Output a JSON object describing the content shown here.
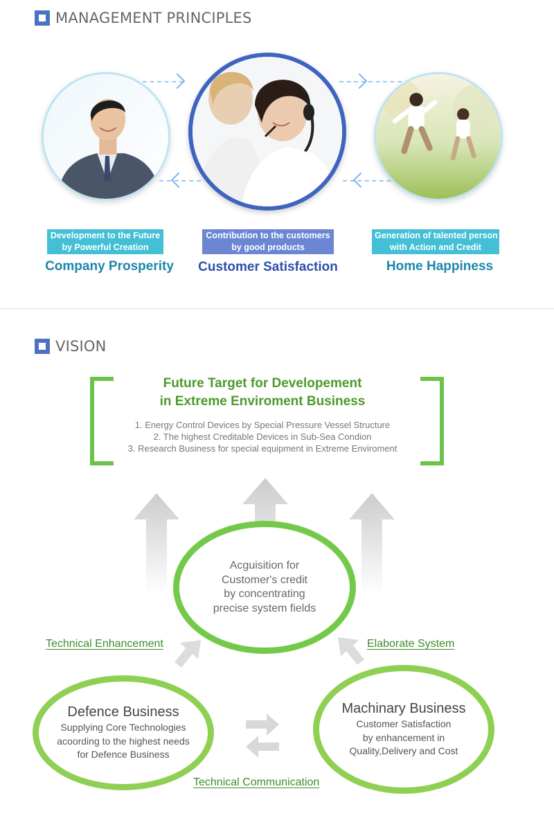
{
  "management": {
    "title": "MANAGEMENT PRINCIPLES",
    "items": [
      {
        "pill_lines": [
          "Development to the Future",
          "by Powerful Creation"
        ],
        "caption": "Company Prosperity",
        "photo_icon": "businessman-photo"
      },
      {
        "pill_lines": [
          "Contribution to the customers",
          "by good products"
        ],
        "caption": "Customer Satisfaction",
        "photo_icon": "call-center-photo"
      },
      {
        "pill_lines": [
          "Generation of talented person",
          "with Action and Credit"
        ],
        "caption": "Home Happiness",
        "photo_icon": "children-running-photo"
      }
    ],
    "colors": {
      "cyan": "#43bfd6",
      "blue": "#6b86d3",
      "ring_blue": "#3f64c0"
    }
  },
  "vision": {
    "title": "VISION",
    "target_title_lines": [
      "Future Target for Developement",
      "in Extreme Enviroment Business"
    ],
    "target_items": [
      "1. Energy Control Devices by Special Pressure Vessel Structure",
      "2. The highest Creditable Devices in Sub-Sea Condion",
      "3. Research Business for special equipment  in Extreme Enviroment"
    ],
    "center_lines": [
      "Acguisition for",
      "Customer's credit",
      "by concentrating",
      "precise system fields"
    ],
    "labels": {
      "technical_enhancement": "Technical Enhancement",
      "elaborate_system": "Elaborate System",
      "technical_communication": "Technical Communication"
    },
    "defence": {
      "title": "Defence Business",
      "lines": [
        "Supplying Core Technologies",
        "acoording to the highest needs",
        "for Defence Business"
      ]
    },
    "machinary": {
      "title": "Machinary Business",
      "lines": [
        "Customer Satisfaction",
        "by enhancement in",
        "Quality,Delivery and Cost"
      ]
    },
    "colors": {
      "green": "#74c94a",
      "title_green": "#4c9a2a"
    }
  }
}
